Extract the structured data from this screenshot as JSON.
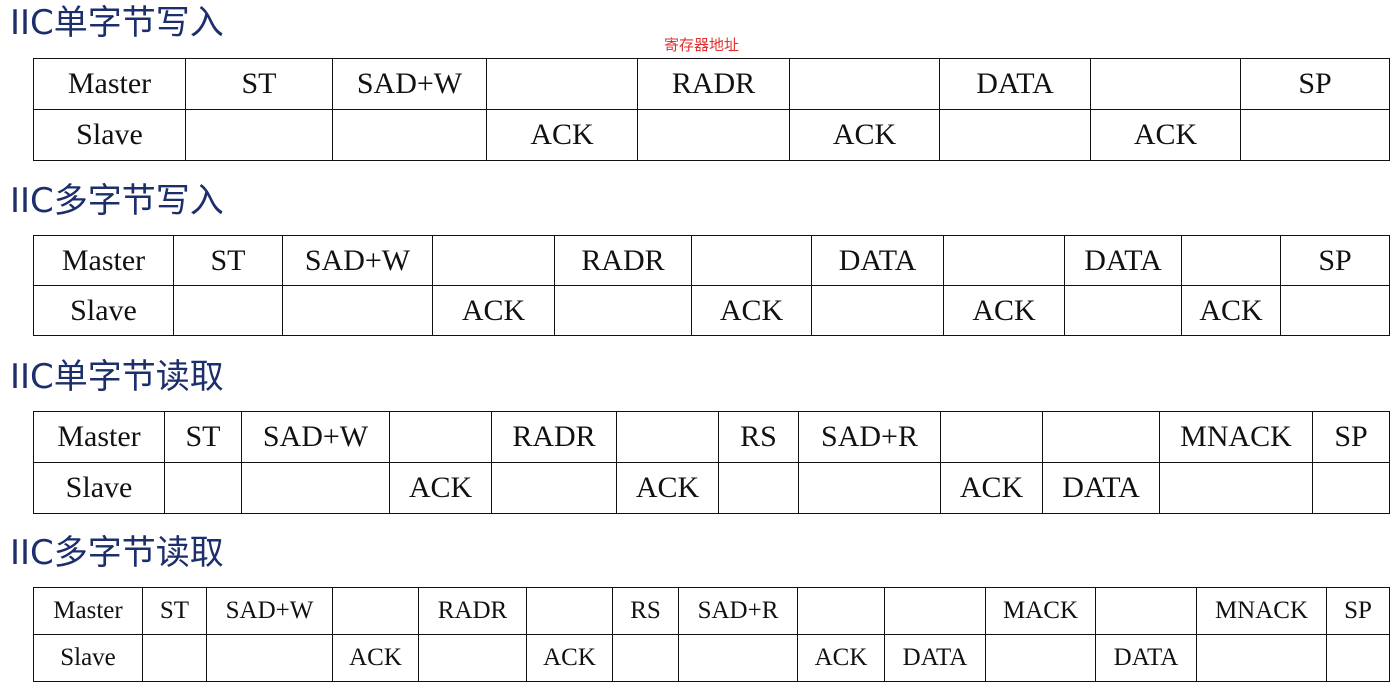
{
  "note": "寄存器地址",
  "sections": [
    {
      "title": "IIC单字节写入",
      "master": [
        "Master",
        "ST",
        "SAD+W",
        "",
        "RADR",
        "",
        "DATA",
        "",
        "SP"
      ],
      "slave": [
        "Slave",
        "",
        "",
        "ACK",
        "",
        "ACK",
        "",
        "ACK",
        ""
      ]
    },
    {
      "title": "IIC多字节写入",
      "master": [
        "Master",
        "ST",
        "SAD+W",
        "",
        "RADR",
        "",
        "DATA",
        "",
        "DATA",
        "",
        "SP"
      ],
      "slave": [
        "Slave",
        "",
        "",
        "ACK",
        "",
        "ACK",
        "",
        "ACK",
        "",
        "ACK",
        ""
      ]
    },
    {
      "title": "IIC单字节读取",
      "master": [
        "Master",
        "ST",
        "SAD+W",
        "",
        "RADR",
        "",
        "RS",
        "SAD+R",
        "",
        "",
        "MNACK",
        "SP"
      ],
      "slave": [
        "Slave",
        "",
        "",
        "ACK",
        "",
        "ACK",
        "",
        "",
        "ACK",
        "DATA",
        "",
        ""
      ]
    },
    {
      "title": "IIC多字节读取",
      "master": [
        "Master",
        "ST",
        "SAD+W",
        "",
        "RADR",
        "",
        "RS",
        "SAD+R",
        "",
        "",
        "MACK",
        "",
        "MNACK",
        "SP"
      ],
      "slave": [
        "Slave",
        "",
        "",
        "ACK",
        "",
        "ACK",
        "",
        "",
        "ACK",
        "DATA",
        "",
        "DATA",
        "",
        ""
      ]
    }
  ]
}
